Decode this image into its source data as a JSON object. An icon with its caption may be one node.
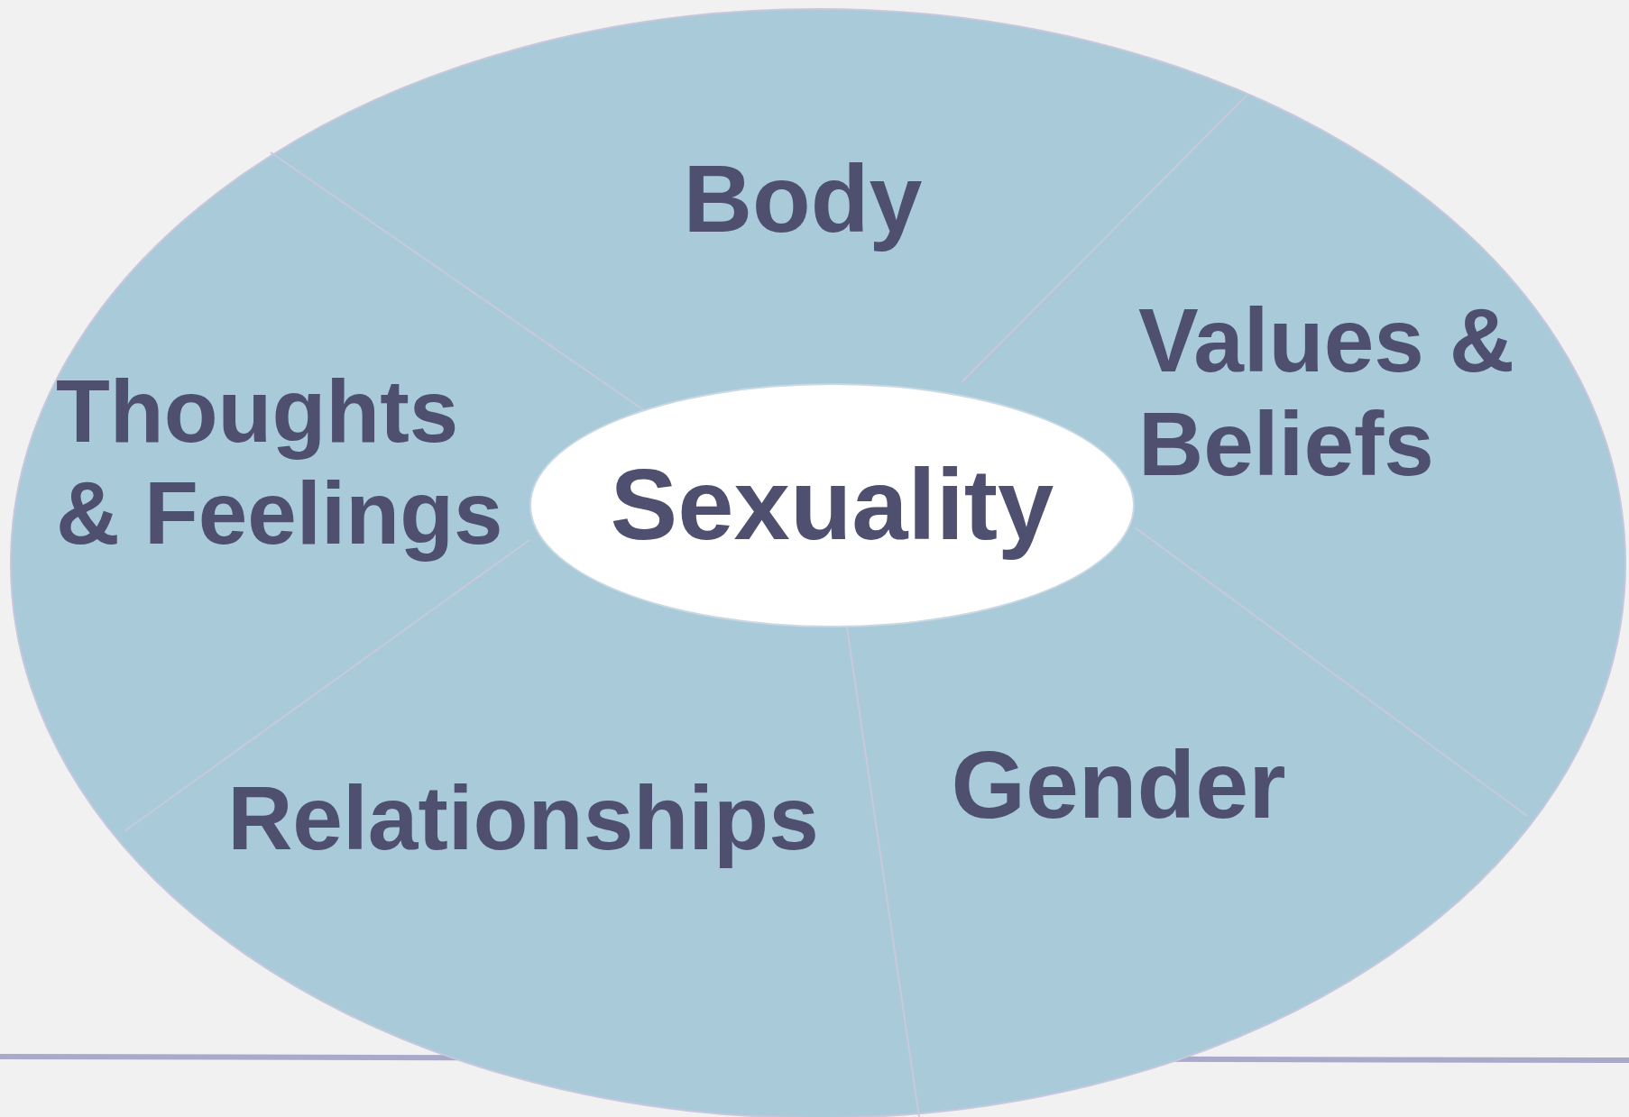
{
  "diagram": {
    "nodes": [
      {
        "text": [
          "Sexuality"
        ]
      },
      {
        "text": [
          "Body"
        ]
      },
      {
        "text": [
          "Values & Beliefs"
        ]
      },
      {
        "text": [
          "Thoughts & Feelings"
        ]
      },
      {
        "text": [
          "Relationships"
        ]
      },
      {
        "text": [
          "Gender"
        ]
      }
    ]
  }
}
